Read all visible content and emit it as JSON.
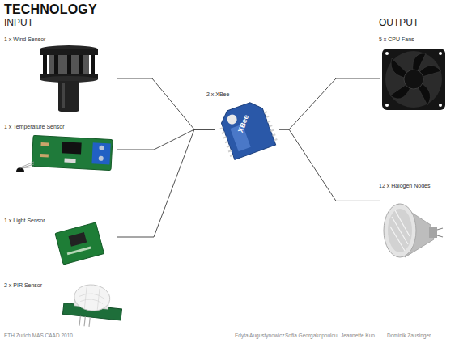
{
  "diagram": {
    "title": "TECHNOLOGY",
    "nodes": [
      {
        "text": [
          "1 x Wind Sensor"
        ]
      },
      {
        "text": [
          "1 x Temperature Sensor"
        ]
      },
      {
        "text": [
          "1 x Light Sensor"
        ]
      },
      {
        "text": [
          "2 x PIR Sensor"
        ]
      },
      {
        "text": [
          "2 x XBee"
        ]
      },
      {
        "text": [
          "5 x CPU Fans"
        ]
      },
      {
        "text": [
          "12 x Halogen Nodes"
        ]
      }
    ],
    "edges": [
      {
        "from": 0,
        "to": 4,
        "arrow": "none"
      },
      {
        "from": 1,
        "to": 4,
        "arrow": "none"
      },
      {
        "from": 2,
        "to": 4,
        "arrow": "none"
      },
      {
        "from": 4,
        "to": 5,
        "arrow": "none"
      },
      {
        "from": 4,
        "to": 6,
        "arrow": "none"
      }
    ],
    "labels": [
      "INPUT",
      "OUTPUT",
      "XBee",
      "ETH Zurich MAS CAAD 2010",
      "Edyta Augustynowicz",
      "Sofia Georgakopoulou",
      "Jeannette Kuo",
      "Dominik Zausinger"
    ]
  }
}
